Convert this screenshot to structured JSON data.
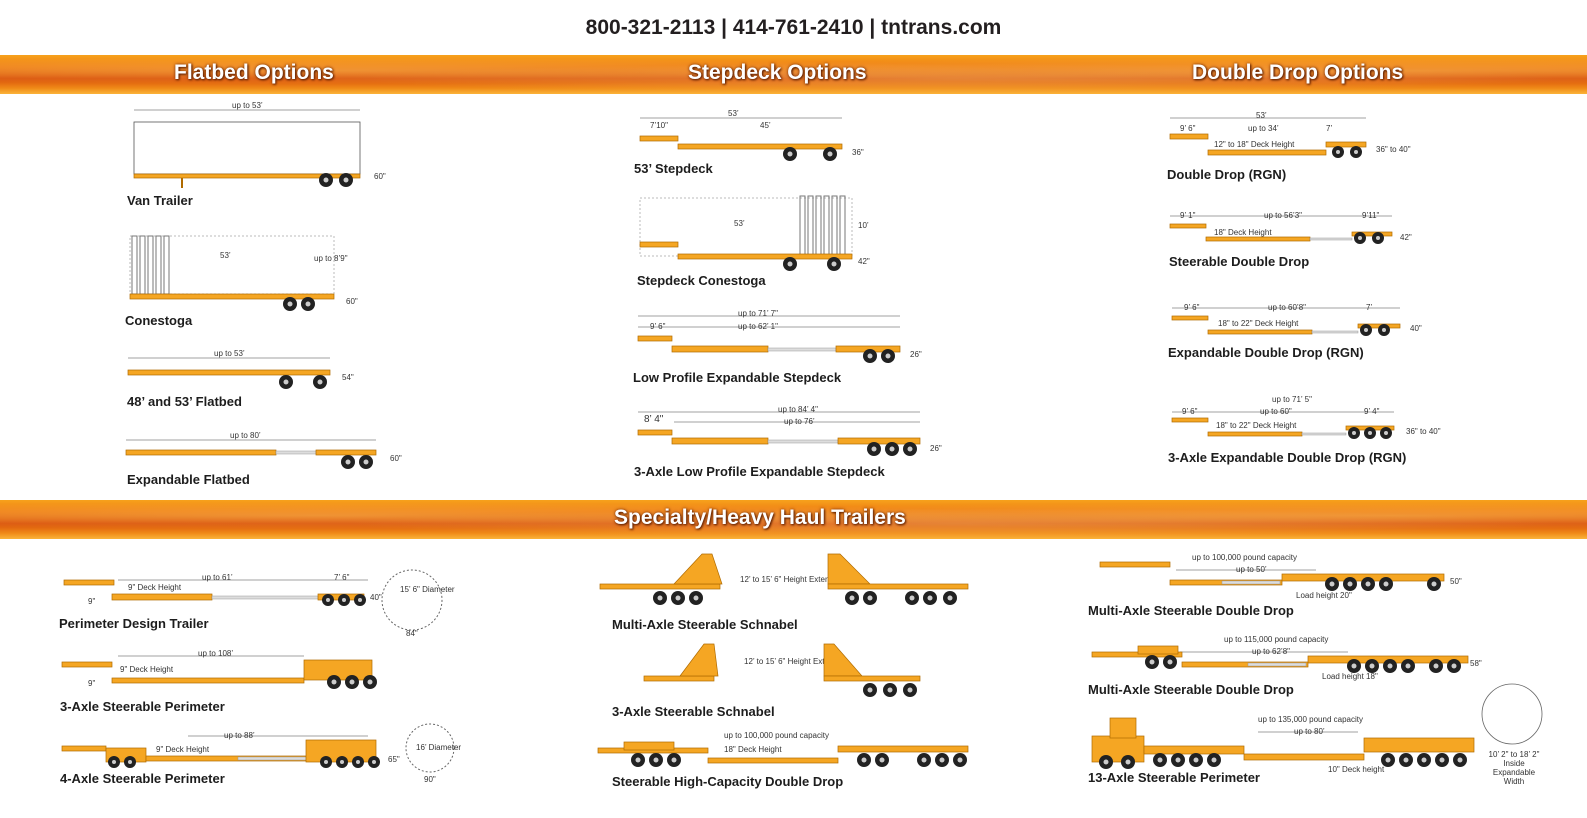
{
  "contact": "800-321-2113  |  414-761-2410  |  tntrans.com",
  "sections": {
    "flatbed": "Flatbed Options",
    "stepdeck": "Stepdeck Options",
    "doubledrop": "Double Drop Options",
    "specialty": "Specialty/Heavy Haul Trailers"
  },
  "trailers": {
    "van": {
      "label": "Van Trailer",
      "dims": [
        "up to 53’",
        "60\""
      ]
    },
    "conestoga": {
      "label": "Conestoga",
      "dims": [
        "53’",
        "up to 8’9\"",
        "60\""
      ]
    },
    "flatbed": {
      "label": "48’ and 53’ Flatbed",
      "dims": [
        "up to 53’",
        "54\""
      ]
    },
    "expflat": {
      "label": "Expandable Flatbed",
      "dims": [
        "up to 80’",
        "60\""
      ]
    },
    "stepdeck53": {
      "label": "53’ Stepdeck",
      "dims": [
        "53’",
        "7’10\"",
        "45’",
        "36\""
      ]
    },
    "stepcon": {
      "label": "Stepdeck Conestoga",
      "dims": [
        "53’",
        "10’",
        "42\""
      ]
    },
    "lpes": {
      "label": "Low Profile Expandable Stepdeck",
      "dims": [
        "up to 71’ 7\"",
        "9’ 6\"",
        "up to 62’ 1\"",
        "26\""
      ]
    },
    "lpes3": {
      "label": "3-Axle Low Profile Expandable Stepdeck",
      "dims": [
        "8’ 4\"",
        "up to 84’ 4\"",
        "up to 76’",
        "26\""
      ]
    },
    "dd": {
      "label": "Double Drop (RGN)",
      "dims": [
        "53’",
        "9’ 6\"",
        "up to 34’",
        "7’",
        "12\" to 18\" Deck Height",
        "36\" to 40\""
      ]
    },
    "sdd": {
      "label": "Steerable Double Drop",
      "dims": [
        "9’ 1\"",
        "up to 56’3\"",
        "9’11\"",
        "18\" Deck Height",
        "42\""
      ]
    },
    "edd": {
      "label": "Expandable Double Drop (RGN)",
      "dims": [
        "9’ 6\"",
        "up to 60’8\"",
        "7’",
        "18\" to 22\" Deck Height",
        "40\""
      ]
    },
    "edd3": {
      "label": "3-Axle Expandable Double Drop (RGN)",
      "dims": [
        "up to 71’ 5\"",
        "9’ 6\"",
        "up to 60\"",
        "9’ 4\"",
        "18\" to 22\" Deck Height",
        "36\" to 40\""
      ]
    },
    "perim": {
      "label": "Perimeter Design Trailer",
      "dims": [
        "9\" Deck Height",
        "up to 61’",
        "7’ 6\"",
        "9\"",
        "40\"",
        "15’ 6\" Diameter",
        "84\""
      ]
    },
    "perim3": {
      "label": "3-Axle Steerable Perimeter",
      "dims": [
        "up to 108’",
        "9\" Deck Height",
        "9\""
      ]
    },
    "perim4": {
      "label": "4-Axle Steerable Perimeter",
      "dims": [
        "up to 88’",
        "9\" Deck Height",
        "65\"",
        "16’ Diameter",
        "90\""
      ]
    },
    "schnabel": {
      "label": "Multi-Axle Steerable Schnabel",
      "dims": [
        "12’ to 15’ 6\" Height Extension"
      ]
    },
    "schnabel3": {
      "label": "3-Axle Steerable Schnabel",
      "dims": [
        "12’ to 15’ 6\" Height Extension"
      ]
    },
    "hcdd": {
      "label": "Steerable High-Capacity Double Drop",
      "dims": [
        "up to 100,000 pound capacity",
        "18\" Deck Height"
      ]
    },
    "madd1": {
      "label": "Multi-Axle Steerable Double Drop",
      "dims": [
        "up to 100,000 pound capacity",
        "up to 50’",
        "50\"",
        "Load height 20\""
      ]
    },
    "madd2": {
      "label": "Multi-Axle Steerable Double Drop",
      "dims": [
        "up to 115,000 pound capacity",
        "up to 62’8\"",
        "58\"",
        "Load height 18\""
      ]
    },
    "perim13": {
      "label": "13-Axle Steerable Perimeter",
      "dims": [
        "up to 135,000 pound capacity",
        "up to 80’",
        "10\" Deck height",
        "10’ 2\" to 18’ 2\" Inside Expandable Width"
      ]
    }
  },
  "colors": {
    "deck": "#f5a623",
    "band": "#e8650f"
  }
}
